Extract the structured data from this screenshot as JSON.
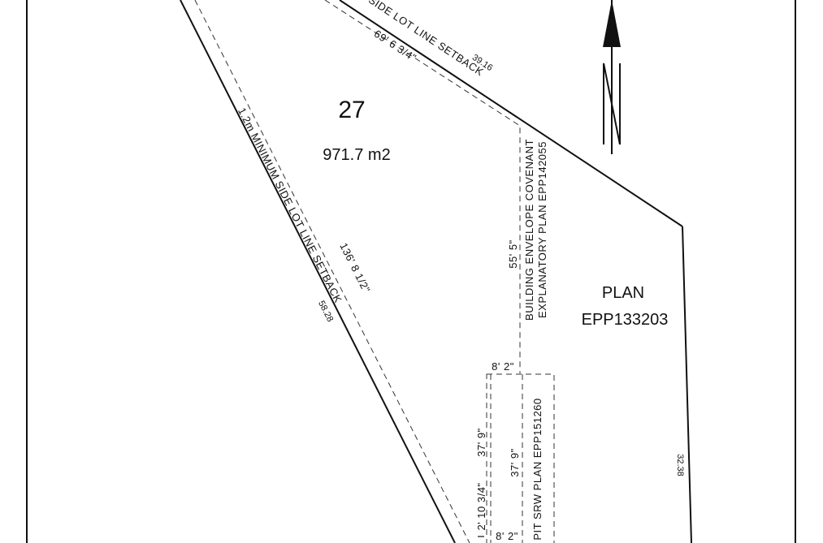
{
  "lot": {
    "number": "27",
    "area": "971.7 m2"
  },
  "adjacent_plan": {
    "line1": "PLAN",
    "line2": "EPP133203"
  },
  "boundaries": {
    "ne_length": "39.16",
    "sw_length": "58.28",
    "east_length": "32.38"
  },
  "setbacks": {
    "ne_label": "SIDE LOT LINE SETBACK",
    "ne_distance": "69' 6 3/4\"",
    "sw_label": "1.2m MINIMUM SIDE LOT LINE SETBACK",
    "sw_distance": "136' 8 1/2\""
  },
  "covenant": {
    "line1": "BUILDING ENVELOPE COVENANT",
    "line2": "EXPLANATORY PLAN EPP142055",
    "distance": "55' 5\""
  },
  "srw": {
    "label": "PIT SRW PLAN EPP151260",
    "width_top": "8' 2\"",
    "width_bottom": "8' 2\"",
    "left_length": "37' 9\"",
    "inner_length": "37' 9\"",
    "offset": "2' 10 3/4\""
  },
  "north_arrow": {
    "letter": "N"
  }
}
